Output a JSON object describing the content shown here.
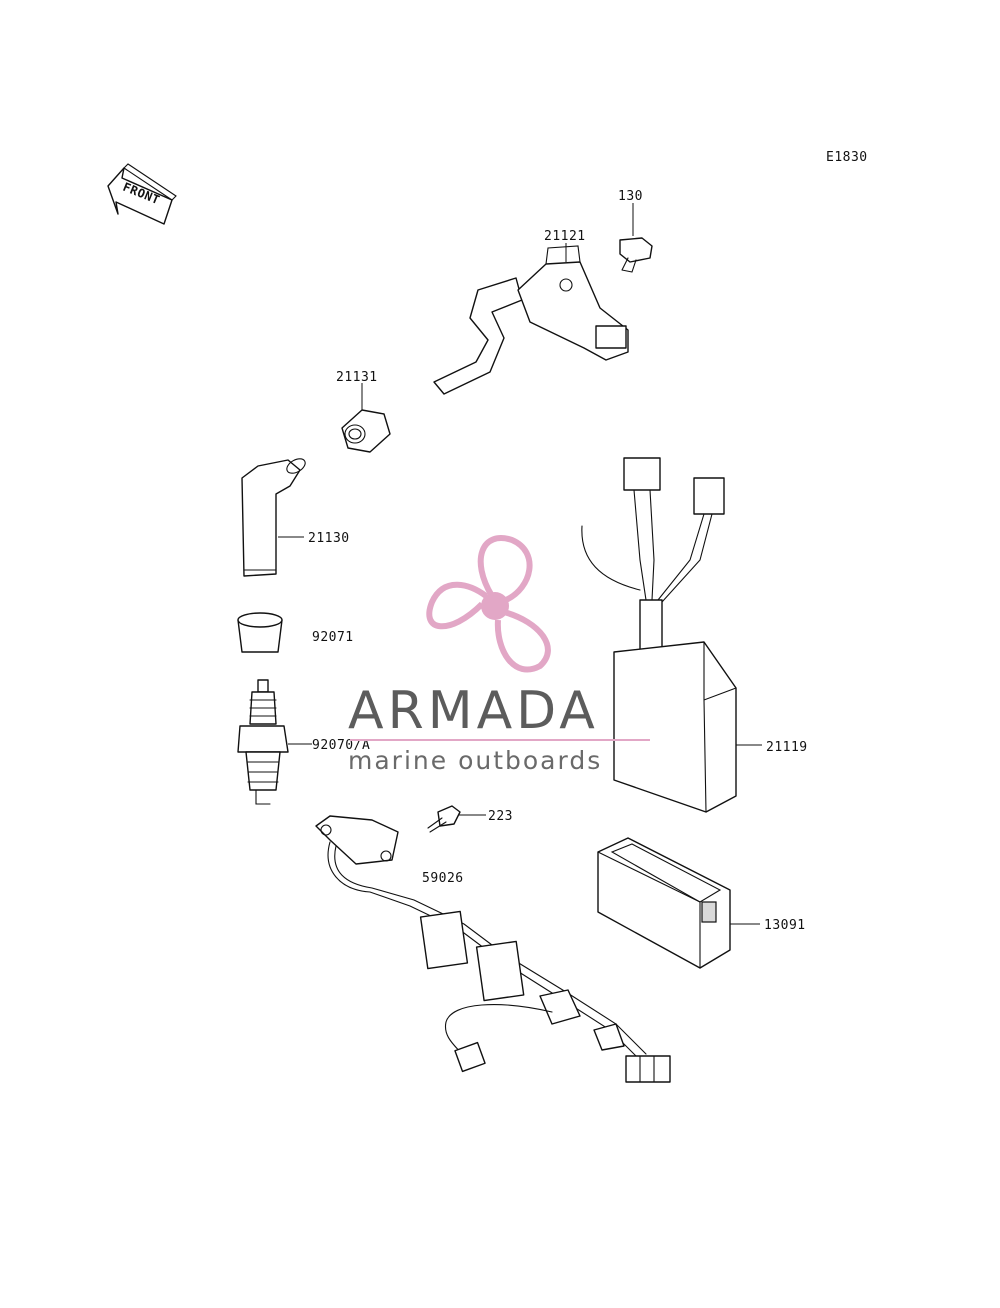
{
  "diagram_code": "E1830",
  "front_label": "FRONT",
  "parts": {
    "p130": "130",
    "p21121": "21121",
    "p21131": "21131",
    "p21130": "21130",
    "p92071": "92071",
    "p92070A": "92070/A",
    "p223": "223",
    "p59026": "59026",
    "p21119": "21119",
    "p13091": "13091"
  },
  "watermark": {
    "brand": "ARMADA",
    "tagline": "marine outboards",
    "color": "#e2a7c6"
  }
}
